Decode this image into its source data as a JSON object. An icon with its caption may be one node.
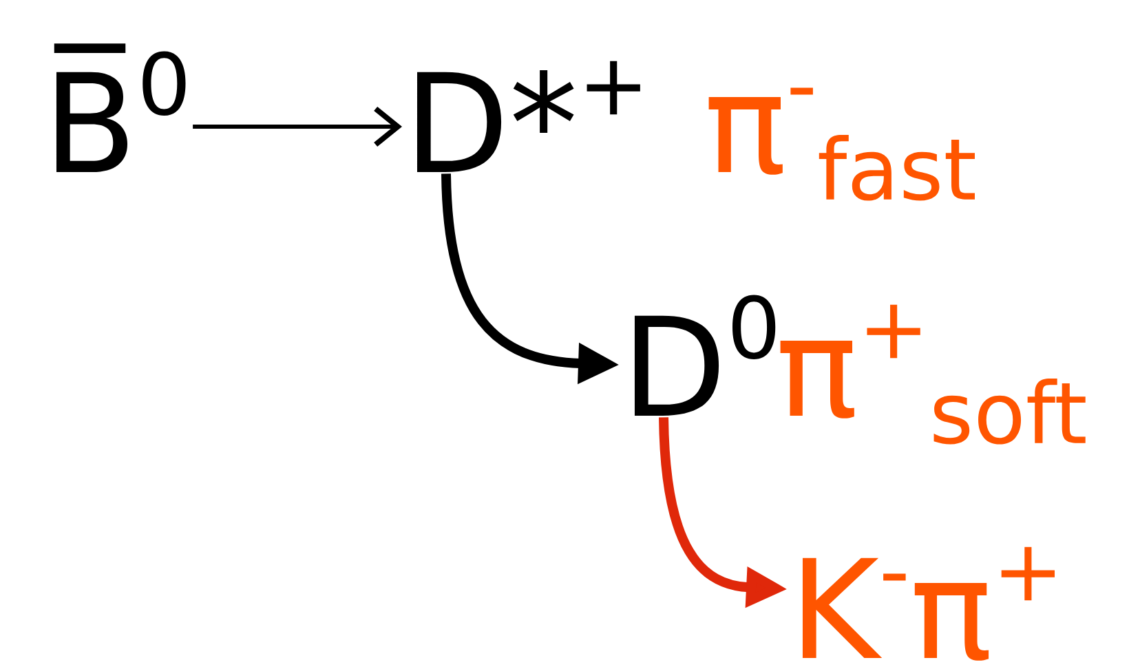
{
  "diagram": {
    "nodes": [
      {
        "text": [
          "B̅$^{0}$"
        ]
      },
      {
        "text": [
          "D*$^{+}$"
        ]
      },
      {
        "text": [
          "π$^{-}$$_{fast}$"
        ]
      },
      {
        "text": [
          "D$^{0}$"
        ]
      },
      {
        "text": [
          "π$^{+}$$_{soft}$"
        ]
      },
      {
        "text": [
          "K$^{-}$π$^{+}$"
        ]
      }
    ],
    "edges": [
      {
        "from": 0,
        "to": 1,
        "arrow": "to"
      },
      {
        "from": 1,
        "to": 3,
        "arrow": "to"
      },
      {
        "from": 3,
        "to": 5,
        "arrow": "to",
        "color": "#e0280a"
      }
    ]
  }
}
